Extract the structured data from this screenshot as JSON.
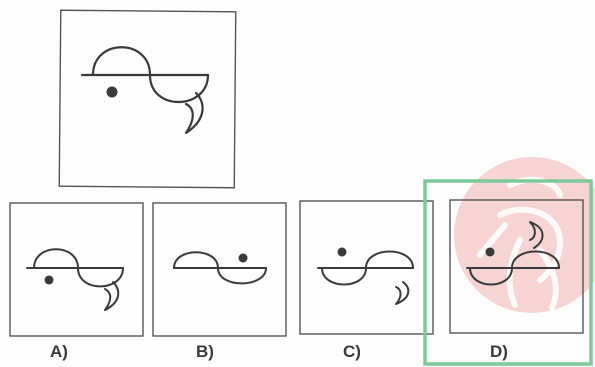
{
  "question": {
    "figure_icon": "duck-silhouette-icon"
  },
  "options": [
    {
      "label": "A)"
    },
    {
      "label": "B)"
    },
    {
      "label": "C)"
    },
    {
      "label": "D)"
    }
  ],
  "selection": {
    "selected_option": "D)",
    "highlight_color": "#7cc99a"
  },
  "watermark": {
    "color": "#f3c9c9",
    "icon": "bird-watermark-icon"
  },
  "colors": {
    "stroke": "#3a3a3a",
    "frame": "#555555"
  }
}
